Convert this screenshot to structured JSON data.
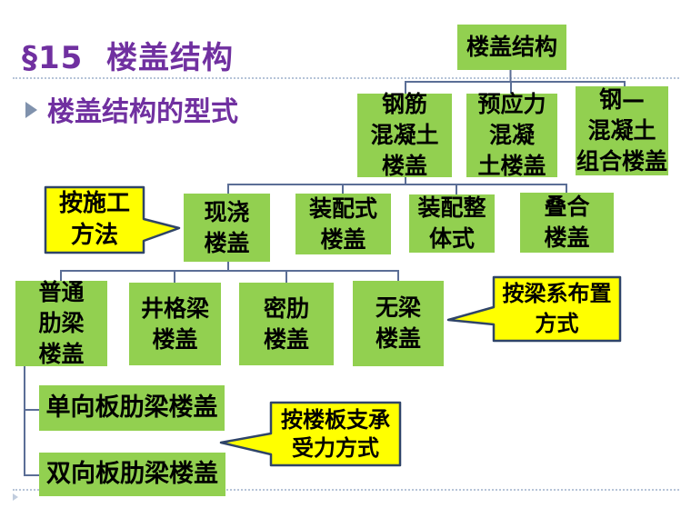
{
  "header": {
    "title": "§15  楼盖结构",
    "subtitle": "楼盖结构的型式"
  },
  "tree": {
    "root": {
      "label": "楼盖结构"
    },
    "level2": [
      {
        "lines": [
          "钢筋",
          "混凝土",
          "楼盖"
        ]
      },
      {
        "lines": [
          "预应力",
          "混凝",
          "土楼盖"
        ]
      },
      {
        "lines": [
          "钢—",
          "混凝土",
          "组合楼盖"
        ]
      }
    ],
    "level3": [
      {
        "lines": [
          "现浇",
          "楼盖"
        ]
      },
      {
        "lines": [
          "装配式",
          "楼盖"
        ]
      },
      {
        "lines": [
          "装配整",
          "体式"
        ]
      },
      {
        "lines": [
          "叠合",
          "楼盖"
        ]
      }
    ],
    "level4": [
      {
        "lines": [
          "普通",
          "肋梁",
          "楼盖"
        ]
      },
      {
        "lines": [
          "井格梁",
          "楼盖"
        ]
      },
      {
        "lines": [
          "密肋",
          "楼盖"
        ]
      },
      {
        "lines": [
          "无梁",
          "楼盖"
        ]
      }
    ],
    "level5": [
      {
        "label": "单向板肋梁楼盖"
      },
      {
        "label": "双向板肋梁楼盖"
      }
    ]
  },
  "callouts": [
    {
      "lines": [
        "按施工",
        "方法"
      ]
    },
    {
      "lines": [
        "按梁系布置",
        "方式"
      ]
    },
    {
      "lines": [
        "按楼板支承",
        "受力方式"
      ]
    }
  ],
  "colors": {
    "green": "#92D050",
    "yellow": "#FFFF00",
    "purple": "#7030A0",
    "line": "#5B6E96",
    "callout_border": "#2F4468",
    "divider": "#B6C4D8",
    "bullet": "#8092AD"
  }
}
